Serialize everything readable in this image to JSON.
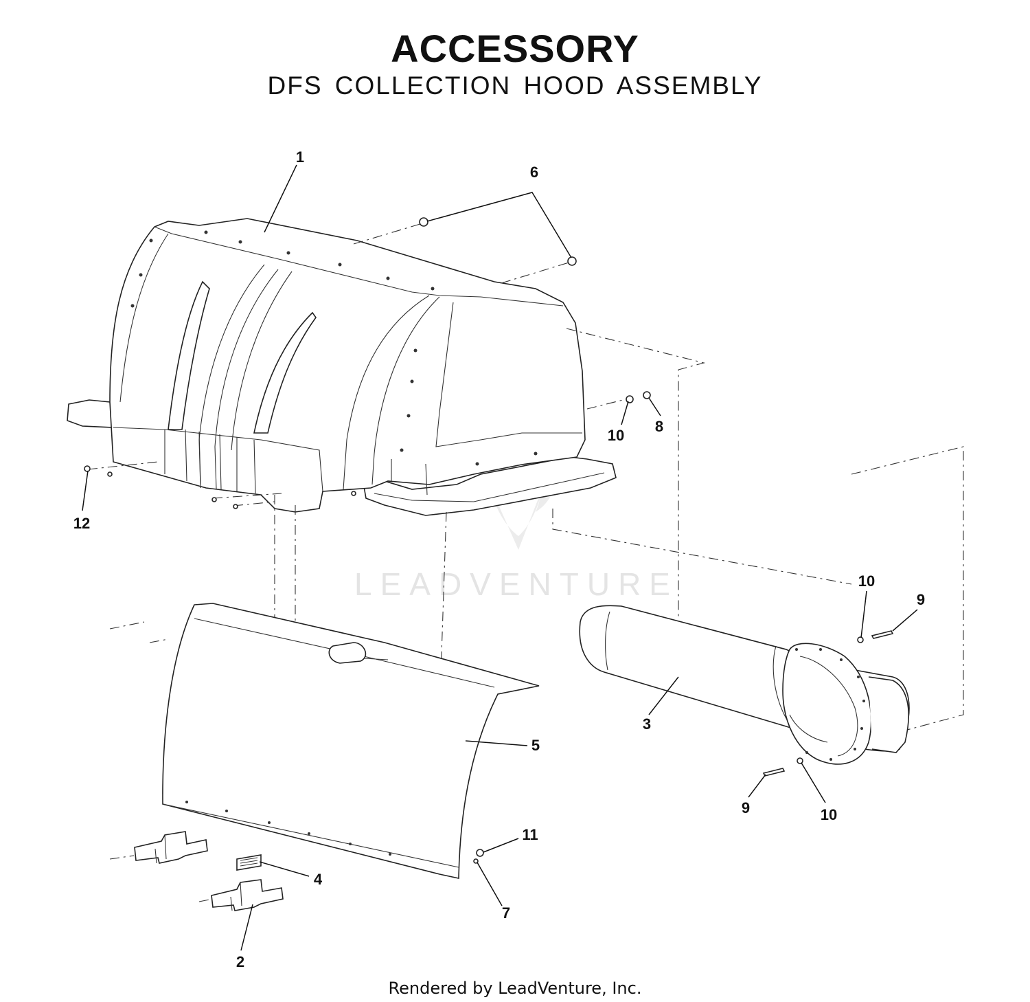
{
  "header": {
    "title": "ACCESSORY",
    "subtitle": "DFS COLLECTION HOOD ASSEMBLY"
  },
  "watermark": "LEADVENTURE",
  "callouts": [
    {
      "id": "c1",
      "label": "1"
    },
    {
      "id": "c6",
      "label": "6"
    },
    {
      "id": "c10a",
      "label": "10"
    },
    {
      "id": "c8",
      "label": "8"
    },
    {
      "id": "c12",
      "label": "12"
    },
    {
      "id": "c10b",
      "label": "10"
    },
    {
      "id": "c9a",
      "label": "9"
    },
    {
      "id": "c3",
      "label": "3"
    },
    {
      "id": "c5",
      "label": "5"
    },
    {
      "id": "c9b",
      "label": "9"
    },
    {
      "id": "c10c",
      "label": "10"
    },
    {
      "id": "c11",
      "label": "11"
    },
    {
      "id": "c4",
      "label": "4"
    },
    {
      "id": "c7",
      "label": "7"
    },
    {
      "id": "c2",
      "label": "2"
    }
  ],
  "footer": "Rendered by LeadVenture, Inc."
}
